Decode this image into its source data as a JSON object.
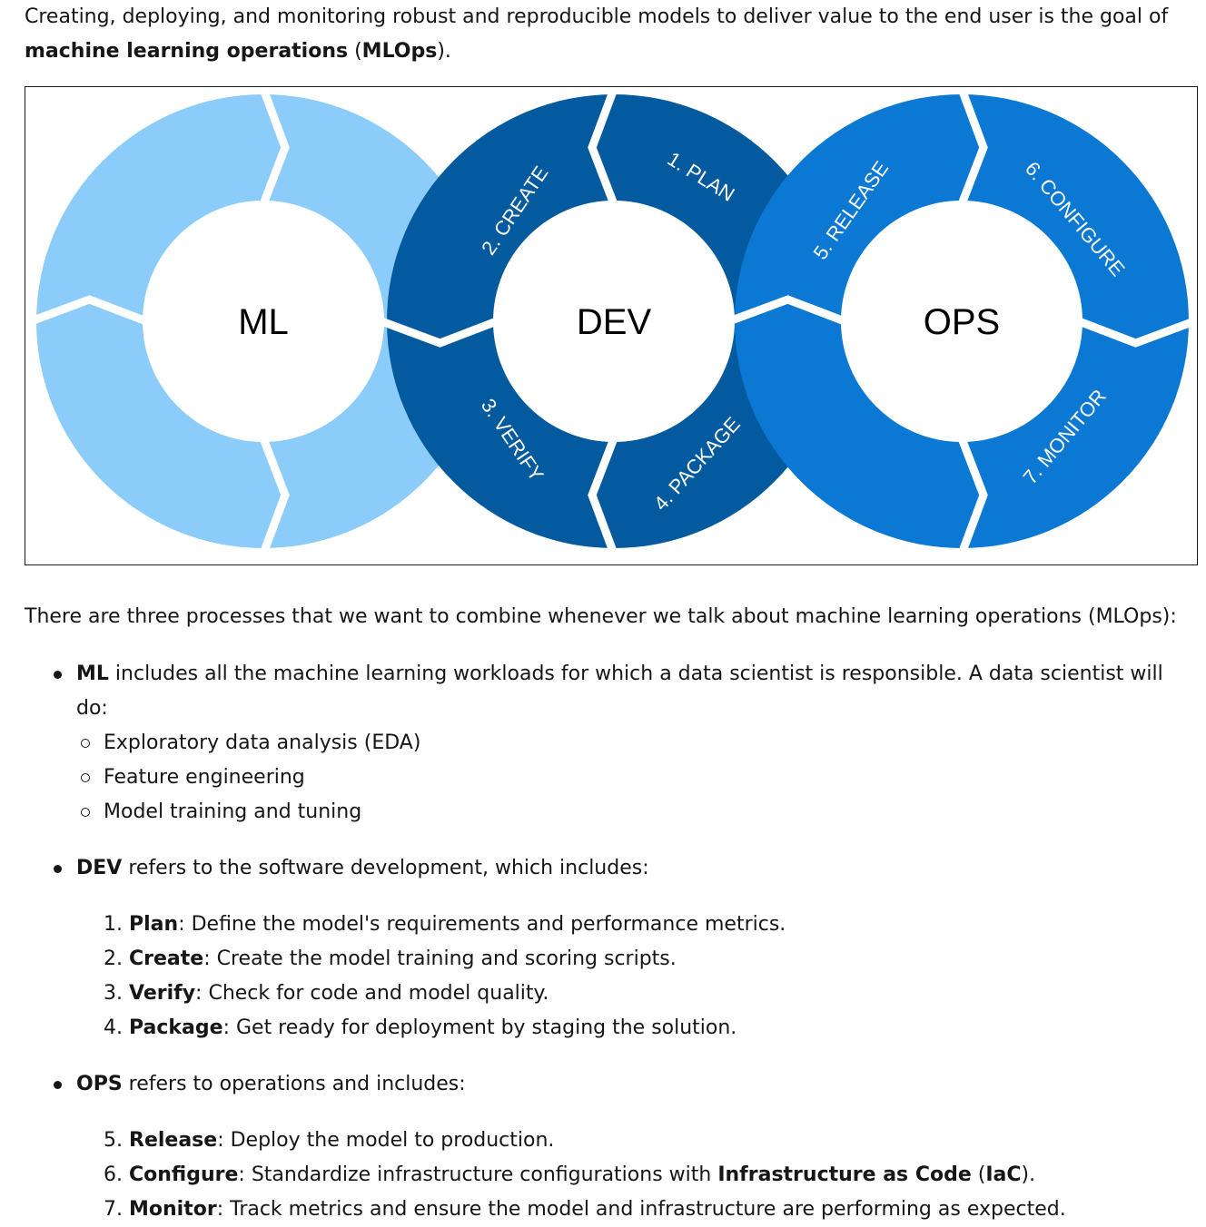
{
  "intro": {
    "line1": "Creating, deploying, and monitoring robust and reproducible models to deliver value to the end user is the goal of",
    "bold": "machine learning operations",
    "paren_open": " (",
    "bold2": "MLOps",
    "tail": ")."
  },
  "diagram": {
    "colors": {
      "ml": "#8cccfb",
      "dev": "#045a9f",
      "ops": "#0b78d4",
      "stroke": "#ffffff"
    },
    "centers": {
      "ml": "ML",
      "dev": "DEV",
      "ops": "OPS"
    },
    "segments": {
      "plan": "1. PLAN",
      "create": "2. CREATE",
      "verify": "3. VERIFY",
      "package": "4. PACKAGE",
      "release": "5. RELEASE",
      "configure": "6. CONFIGURE",
      "monitor": "7. MONITOR"
    }
  },
  "para2": "There are three processes that we want to combine whenever we talk about machine learning operations (MLOps):",
  "ml": {
    "term": "ML",
    "desc": " includes all the machine learning workloads for which a data scientist is responsible. A data scientist will do:",
    "items": [
      "Exploratory data analysis (EDA)",
      "Feature engineering",
      "Model training and tuning"
    ]
  },
  "dev": {
    "term": "DEV",
    "desc": " refers to the software development, which includes:",
    "steps": [
      {
        "n": "1.",
        "term": "Plan",
        "desc": ": Define the model's requirements and performance metrics."
      },
      {
        "n": "2.",
        "term": "Create",
        "desc": ": Create the model training and scoring scripts."
      },
      {
        "n": "3.",
        "term": "Verify",
        "desc": ": Check for code and model quality."
      },
      {
        "n": "4.",
        "term": "Package",
        "desc": ": Get ready for deployment by staging the solution."
      }
    ]
  },
  "ops": {
    "term": "OPS",
    "desc": " refers to operations and includes:",
    "steps": [
      {
        "n": "5.",
        "term": "Release",
        "desc": ": Deploy the model to production."
      },
      {
        "n": "6.",
        "term": "Configure",
        "desc": ": Standardize infrastructure configurations with ",
        "bold2": "Infrastructure as Code",
        "mid": " (",
        "bold3": "IaC",
        "tail": ")."
      },
      {
        "n": "7.",
        "term": "Monitor",
        "desc": ": Track metrics and ensure the model and infrastructure are performing as expected."
      }
    ]
  }
}
